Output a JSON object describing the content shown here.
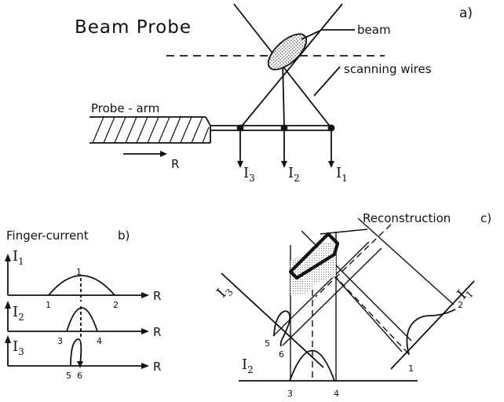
{
  "panel_a": {
    "title": "Beam Probe",
    "panel_label": "a)",
    "beam_label": "beam",
    "wires_label": "scanning wires",
    "arm_label": "Probe - arm",
    "direction_label": "R",
    "currents": [
      {
        "sym": "I",
        "sub": "3"
      },
      {
        "sym": "I",
        "sub": "2"
      },
      {
        "sym": "I",
        "sub": "1"
      }
    ]
  },
  "panel_b": {
    "title": "Finger-current",
    "panel_label": "b)",
    "rows": [
      {
        "sym": "I",
        "sub": "1",
        "axis_label": "R",
        "peak_label": "1",
        "left_label": "1",
        "right_label": "2"
      },
      {
        "sym": "I",
        "sub": "2",
        "axis_label": "R",
        "left_label": "3",
        "right_label": "4"
      },
      {
        "sym": "I",
        "sub": "3",
        "axis_label": "R",
        "left_label": "5",
        "right_label": "6"
      }
    ]
  },
  "panel_c": {
    "title": "Reconstruction",
    "panel_label": "c)",
    "axes": [
      {
        "sym": "I",
        "sub": "3"
      },
      {
        "sym": "I",
        "sub": "1"
      },
      {
        "sym": "I",
        "sub": "2"
      }
    ],
    "markers": [
      "5",
      "6",
      "2",
      "1",
      "3",
      "4"
    ]
  }
}
